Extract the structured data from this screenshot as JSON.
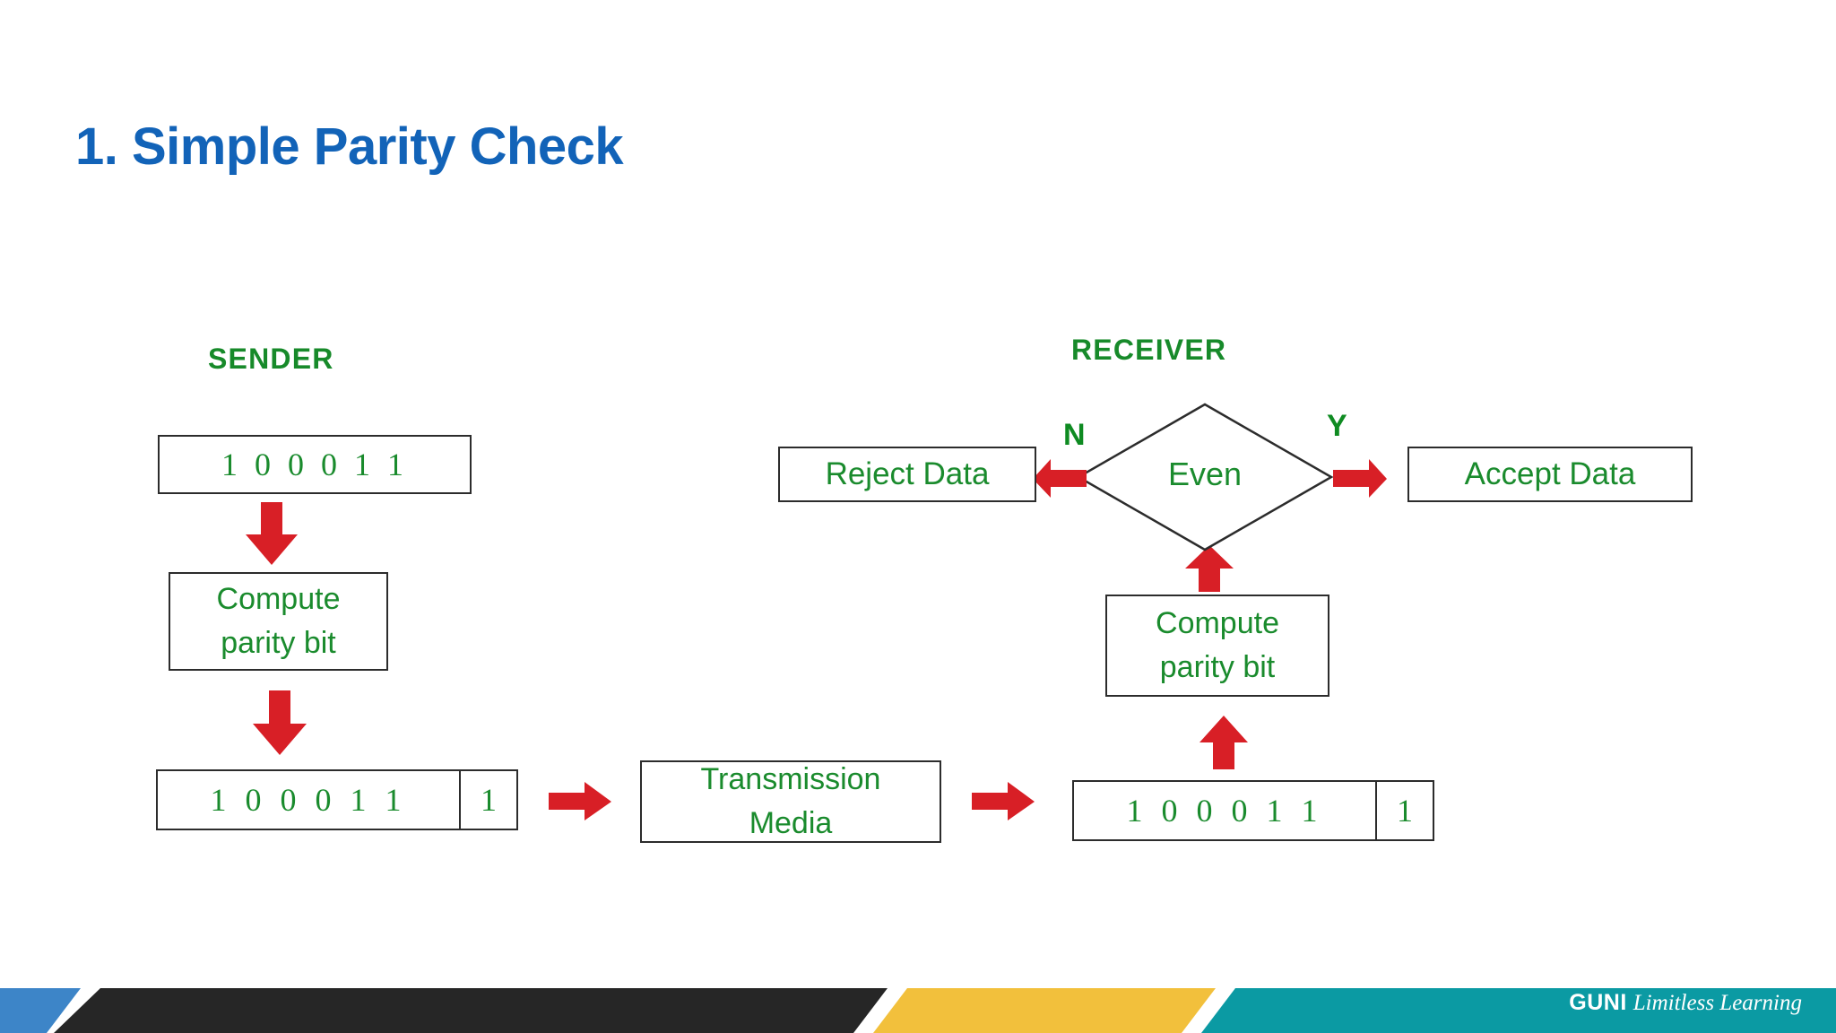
{
  "slide": {
    "title": "1. Simple Parity Check",
    "title_color": "#1263B8"
  },
  "colors": {
    "text_green": "#1a8b2d",
    "arrow_red": "#d81f26",
    "box_border": "#2c2c2c",
    "footer_blue": "#3d85c8",
    "footer_dark": "#262626",
    "footer_yellow": "#f2c03c",
    "footer_teal": "#0b9aa3"
  },
  "diagram": {
    "sender": {
      "label": "SENDER",
      "data_box": {
        "bits": "1 0 0 0 1 1"
      },
      "compute_box": {
        "line1": "Compute",
        "line2": "parity bit"
      },
      "frame": {
        "bits": "1 0 0 0 1 1",
        "parity": "1"
      },
      "arrow_down_1": "arrow-down-icon",
      "arrow_down_2": "arrow-down-icon",
      "arrow_right": "arrow-right-icon"
    },
    "channel": {
      "media_box": {
        "line1": "Transmission",
        "line2": "Media"
      },
      "arrow_right": "arrow-right-icon"
    },
    "receiver": {
      "label": "RECEIVER",
      "frame": {
        "bits": "1 0 0 0 1 1",
        "parity": "1"
      },
      "compute_box": {
        "line1": "Compute",
        "line2": "parity bit"
      },
      "decision": {
        "label": "Even",
        "branch_no": "N",
        "branch_yes": "Y"
      },
      "reject_box": "Reject Data",
      "accept_box": "Accept Data",
      "arrow_up_1": "arrow-up-icon",
      "arrow_up_2": "arrow-up-icon",
      "arrow_left": "arrow-left-icon",
      "arrow_right": "arrow-right-icon"
    }
  },
  "footer": {
    "brand_name": "GUNI",
    "brand_tagline": "Limitless Learning"
  }
}
